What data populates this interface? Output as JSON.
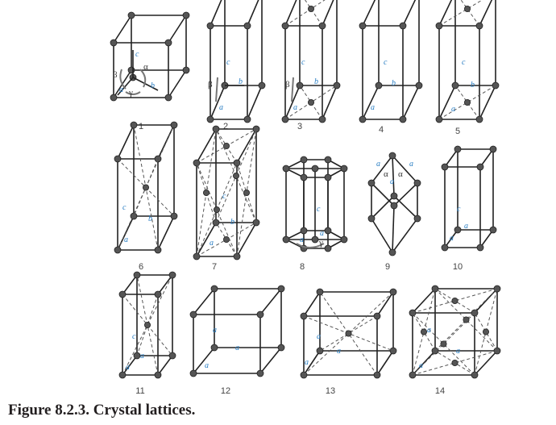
{
  "figure": {
    "caption": "Figure 8.2.3. Crystal lattices."
  },
  "lattices": [
    {
      "number": "1"
    },
    {
      "number": "2"
    },
    {
      "number": "3"
    },
    {
      "number": "4"
    },
    {
      "number": "5"
    },
    {
      "number": "6"
    },
    {
      "number": "7"
    },
    {
      "number": "8"
    },
    {
      "number": "9"
    },
    {
      "number": "10"
    },
    {
      "number": "11"
    },
    {
      "number": "12"
    },
    {
      "number": "13"
    },
    {
      "number": "14"
    }
  ],
  "axis_labels": {
    "a": "a",
    "b": "b",
    "c": "c"
  },
  "angle_labels": {
    "alpha": "α",
    "beta": "β",
    "gamma": "γ"
  }
}
